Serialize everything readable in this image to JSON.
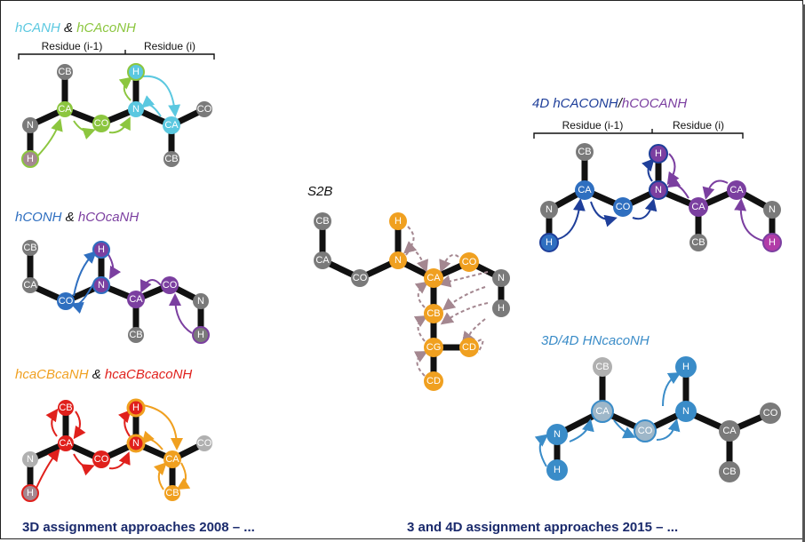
{
  "panel1": {
    "title_a": "hCANH",
    "amp": " & ",
    "title_b": "hCAcoNH",
    "residue_prev": "Residue (i-1)",
    "residue_curr": "Residue (i)",
    "atoms": {
      "cb1": "CB",
      "ca": "CA",
      "co": "CO",
      "n": "N",
      "h": "H",
      "ca2": "CA",
      "co2": "CO",
      "cb2": "CB",
      "n0": "N",
      "h0": "H"
    }
  },
  "panel2": {
    "title_a": "hCONH",
    "amp": " & ",
    "title_b": "hCOcaNH",
    "atoms": {
      "cb": "CB",
      "ca": "CA",
      "co": "CO",
      "n": "N",
      "h": "H",
      "ca2": "CA",
      "co2": "CO",
      "n2": "N",
      "h2": "H",
      "cb2": "CB"
    }
  },
  "panel3": {
    "title_a": "hcaCBcaNH",
    "amp": " & ",
    "title_b": "hcaCBcacoNH",
    "atoms": {
      "cb": "CB",
      "ca": "CA",
      "co": "CO",
      "n": "N",
      "h": "H",
      "ca2": "CA",
      "co2": "CO",
      "cb2": "CB",
      "n0": "N",
      "h0": "H"
    }
  },
  "panel4": {
    "title": "S2B",
    "atoms": {
      "cb": "CB",
      "ca": "CA",
      "co": "CO",
      "n": "N",
      "h": "H",
      "ca2": "CA",
      "co2": "CO",
      "n2": "N",
      "h2": "H",
      "cb2": "CB",
      "cg": "CG",
      "cd1": "CD",
      "cd2": "CD"
    }
  },
  "panel5": {
    "title_a": "4D hCACONH",
    "slash": "/",
    "title_b": "hCOCANH",
    "residue_prev": "Residue (i-1)",
    "residue_curr": "Residue (i)",
    "atoms": {
      "cb": "CB",
      "ca": "CA",
      "co": "CO",
      "n": "N",
      "h": "H",
      "ca2": "CA",
      "cb2": "CB",
      "ca3": "CA",
      "n3": "N",
      "h3": "H",
      "n0": "N",
      "h0": "H"
    }
  },
  "panel6": {
    "title": "3D/4D HNcacoNH",
    "atoms": {
      "cb": "CB",
      "ca": "CA",
      "co": "CO",
      "n": "N",
      "h": "H",
      "ca2": "CA",
      "co2": "CO",
      "cb2": "CB",
      "n0": "N",
      "h0": "H"
    }
  },
  "footer": {
    "left": "3D assignment approaches 2008 – ...",
    "right": "3 and 4D assignment approaches 2015 – ..."
  },
  "colors": {
    "gray": "#7a7a7a",
    "green": "#8cc63f",
    "cyan": "#5bc8e0",
    "blue": "#2f6fc0",
    "purple": "#7b3fa0",
    "red": "#e0201c",
    "orange": "#f0a020",
    "mauve": "#a48790",
    "steel": "#3a8cc8",
    "magenta": "#b23ca8"
  }
}
